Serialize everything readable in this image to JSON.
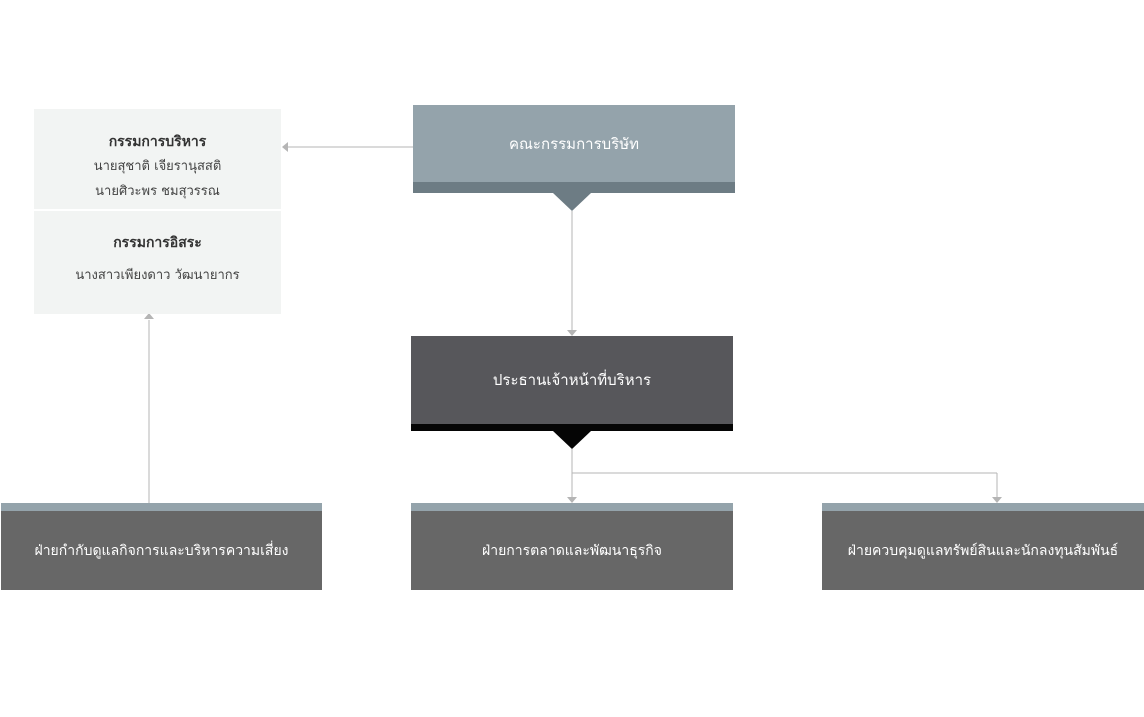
{
  "board": {
    "label": "คณะกรรมการบริษัท"
  },
  "committee": {
    "executive": {
      "title": "กรรมการบริหาร",
      "members": [
        "นายสุชาติ เจียรานุสสติ",
        "นายศิวะพร ชมสุวรรณ"
      ]
    },
    "independent": {
      "title": "กรรมการอิสระ",
      "members": [
        "นางสาวเพียงดาว วัฒนายากร"
      ]
    }
  },
  "ceo": {
    "label": "ประธานเจ้าหน้าที่บริหาร"
  },
  "departments": [
    {
      "label": "ฝ่ายกำกับดูแลกิจการและบริหารความเสี่ยง"
    },
    {
      "label": "ฝ่ายการตลาดและพัฒนาธุรกิจ"
    },
    {
      "label": "ฝ่ายควบคุมดูแลทรัพย์สินและนักลงทุนสัมพันธ์"
    }
  ],
  "colors": {
    "board": "#94a3ab",
    "board_strip": "#6d7c84",
    "ceo": "#57575b",
    "ceo_strip": "#050505",
    "department": "#676767",
    "department_strip": "#94a3ab",
    "committee_bg": "#f2f4f3",
    "connector": "#b5b5b5"
  }
}
